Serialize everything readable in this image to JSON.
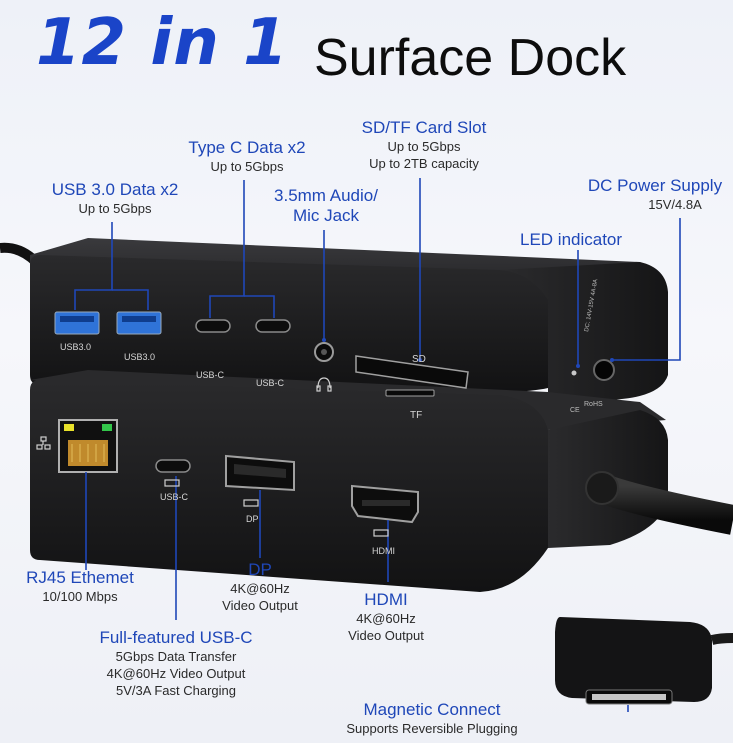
{
  "header": {
    "count": "12 in 1",
    "product": "Surface Dock"
  },
  "callouts": {
    "usb30": {
      "title": "USB 3.0 Data x2",
      "sub": [
        "Up to 5Gbps"
      ]
    },
    "typec": {
      "title": "Type C Data x2",
      "sub": [
        "Up to 5Gbps"
      ]
    },
    "audio": {
      "title": "3.5mm Audio/",
      "title2": "Mic Jack"
    },
    "sdtf": {
      "title": "SD/TF Card Slot",
      "sub": [
        "Up to 5Gbps",
        "Up to 2TB capacity"
      ]
    },
    "dcpower": {
      "title": "DC Power Supply",
      "sub": [
        "15V/4.8A"
      ]
    },
    "led": {
      "title": "LED indicator"
    },
    "rj45": {
      "title": "RJ45 Ethemet",
      "sub": [
        "10/100 Mbps"
      ]
    },
    "dp": {
      "title": "DP",
      "sub": [
        "4K@60Hz",
        "Video Output"
      ]
    },
    "hdmi": {
      "title": "HDMI",
      "sub": [
        "4K@60Hz",
        "Video Output"
      ]
    },
    "usbc_full": {
      "title": "Full-featured USB-C",
      "sub": [
        "5Gbps Data Transfer",
        "4K@60Hz Video Output",
        "5V/3A Fast Charging"
      ]
    },
    "magnetic": {
      "title": "Magnetic Connect",
      "sub": [
        "Supports Reversible Plugging"
      ]
    }
  },
  "port_labels": {
    "usb_a_1": "USB3.0",
    "usb_a_2": "USB3.0",
    "usb_c_1": "USB-C",
    "usb_c_2": "USB-C",
    "sd": "SD",
    "tf": "TF",
    "usb_c_front": "USB-C",
    "dp": "DP",
    "hdmi": "HDMI",
    "dc_spec": "DC: 14V-15V 4A-8A"
  },
  "colors": {
    "accent": "#1a44c8",
    "callout_title": "#1f47b8",
    "line": "#1f47b8",
    "device_body": "#1d1d1f",
    "usb_blue": "#2f73d8"
  },
  "icons": [
    "ethernet-icon",
    "thunderbolt-icon",
    "headphone-icon",
    "ce-mark-icon"
  ]
}
